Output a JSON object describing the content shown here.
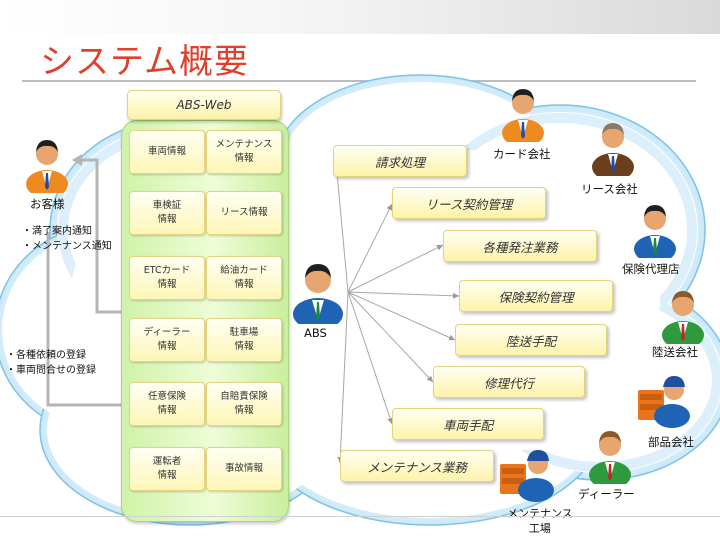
{
  "title": "システム概要",
  "center": {
    "label": "ABS"
  },
  "abs_web": {
    "header": "ABS-Web",
    "cells": [
      "車両情報",
      "メンテナンス\n情報",
      "車検証\n情報",
      "リース情報",
      "ETCカード\n情報",
      "給油カード\n情報",
      "ディーラー\n情報",
      "駐車場\n情報",
      "任意保険\n情報",
      "自賠責保険\n情報",
      "運転者\n情報",
      "事故情報"
    ]
  },
  "processes": [
    "請求処理",
    "リース契約管理",
    "各種発注業務",
    "保険契約管理",
    "陸送手配",
    "修理代行",
    "車両手配",
    "メンテナンス業務"
  ],
  "partners": [
    "カード会社",
    "リース会社",
    "保険代理店",
    "陸送会社",
    "部品会社",
    "ディーラー",
    "メンテナンス\n工場"
  ],
  "customer": {
    "label": "お客様",
    "notices": "・満了案内通知\n・メンテナンス通知",
    "registrations": "・各種依頼の登録\n・車両問合せの登録"
  }
}
